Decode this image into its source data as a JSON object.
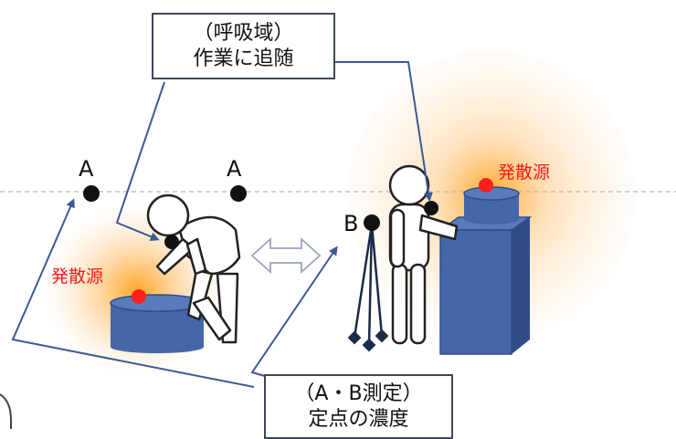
{
  "callout_top": {
    "line1": "（呼吸域）",
    "line2": "作業に追随"
  },
  "callout_bottom": {
    "line1": "（A・B測定）",
    "line2": "定点の濃度"
  },
  "point_labels": {
    "a_left": "A",
    "a_right": "A",
    "b": "B"
  },
  "source_label_left": "発散源",
  "source_label_right": "発散源",
  "colors": {
    "equipment": "#4566a9",
    "equipment_dark": "#2f4c87",
    "source_dot": "#ff1f1f",
    "arrow": "#3b5a93",
    "glow": "#ffb24a",
    "outline": "#222222"
  }
}
